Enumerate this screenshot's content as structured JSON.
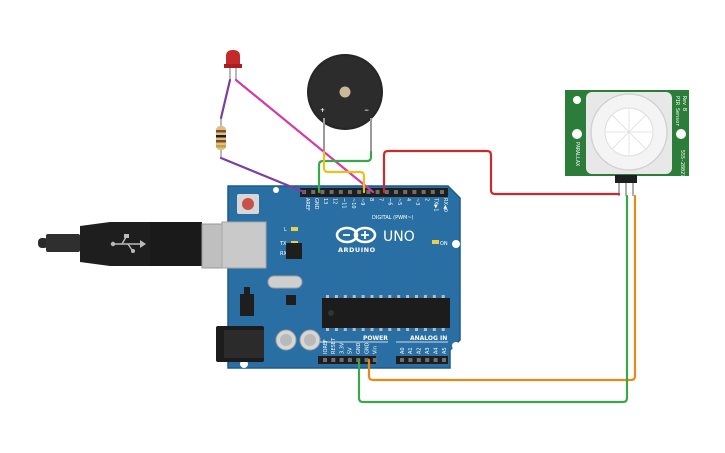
{
  "board": {
    "brand": "ARDUINO",
    "model": "UNO",
    "digital_header_label": "DIGITAL (PWM~)",
    "power_label": "POWER",
    "analog_label": "ANALOG IN",
    "on_label": "ON",
    "led_l": "L",
    "led_tx": "TX",
    "led_rx": "RX",
    "top_pins": [
      "AREF",
      "GND",
      "13",
      "12",
      "~11",
      "~10",
      "~9",
      "8",
      "7",
      "~6",
      "~5",
      "4",
      "~3",
      "2",
      "TX▶1",
      "RX◀0"
    ],
    "power_pins": [
      "IOREF",
      "RESET",
      "3.3V",
      "5V",
      "GND",
      "GND",
      "Vin"
    ],
    "analog_pins": [
      "A0",
      "A1",
      "A2",
      "A3",
      "A4",
      "A5"
    ]
  },
  "buzzer": {
    "plus": "+",
    "minus": "−"
  },
  "pir": {
    "side_text_1": "PIR Sensor",
    "side_text_2": "Rev B",
    "side_text_3": "555-28027",
    "side_text_4": "PARALLAX"
  },
  "wire_colors": {
    "purple": "#7a3fa0",
    "magenta": "#d43aa6",
    "green": "#3aa84a",
    "yellow": "#e8c21c",
    "red": "#cc2a2a",
    "orange": "#e8891c"
  }
}
